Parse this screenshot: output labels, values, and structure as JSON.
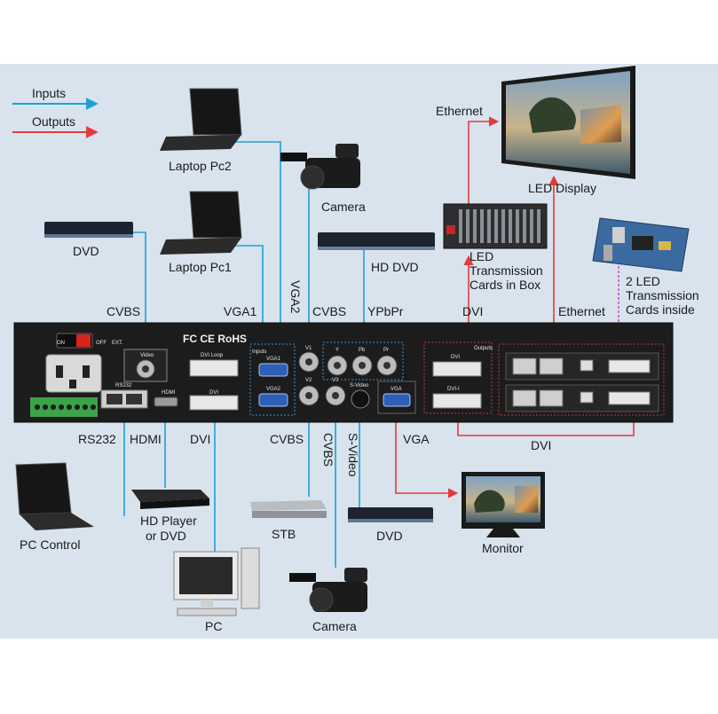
{
  "legend": {
    "inputs": "Inputs",
    "outputs": "Outputs"
  },
  "colors": {
    "background": "#d8e3ed",
    "input": "#1e9fd9",
    "output": "#e23b3b",
    "panel": "#1c1c1c"
  },
  "devices": {
    "laptop_pc2": "Laptop Pc2",
    "laptop_pc1": "Laptop Pc1",
    "camera_top": "Camera",
    "dvd_top": "DVD",
    "hd_dvd": "HD DVD",
    "led_box": [
      "LED",
      "Transmission",
      "Cards in Box"
    ],
    "led_display": "LED Display",
    "led_cards": [
      "2 LED",
      "Transmission",
      "Cards inside"
    ],
    "pc_control": "PC Control",
    "hd_player": [
      "HD Player",
      "or DVD"
    ],
    "pc": "PC",
    "stb": "STB",
    "camera_bottom": "Camera",
    "dvd_bottom": "DVD",
    "monitor": "Monitor"
  },
  "connections": {
    "ethernet_top": "Ethernet",
    "ethernet_right": "Ethernet",
    "cvbs_top": "CVBS",
    "vga1": "VGA1",
    "vga2": "VGA2",
    "cvbs_mid": "CVBS",
    "ypbpr": "YPbPr",
    "dvi_top": "DVI",
    "rs232": "RS232",
    "hdmi": "HDMI",
    "dvi_left": "DVI",
    "cvbs_bottom": "CVBS",
    "cvbs_vertical": "CVBS",
    "svideo": "S-Video",
    "vga_out": "VGA",
    "dvi_out": "DVI"
  },
  "panel": {
    "power_on": "ON",
    "power_off": "OFF",
    "ext": "EXT.",
    "fc_mark": "FC CE RoHS",
    "video": "Video",
    "dvi_loop": "DVI Loop",
    "inputs_tag": "Inputs",
    "vga1_port": "VGA1",
    "vga2_port": "VGA2",
    "v1": "V1",
    "v2": "V2",
    "v3": "V3",
    "y": "Y",
    "pb": "Pb",
    "pr": "Pr",
    "svideo_port": "S-Video",
    "vga_port": "VGA",
    "outputs_tag": "Outputs",
    "dvi_port": "DVI",
    "dvi_port2": "DVI-I",
    "rs232_port": "RS232",
    "hdmi_port": "HDMI",
    "dvi_in_port": "DVI"
  }
}
